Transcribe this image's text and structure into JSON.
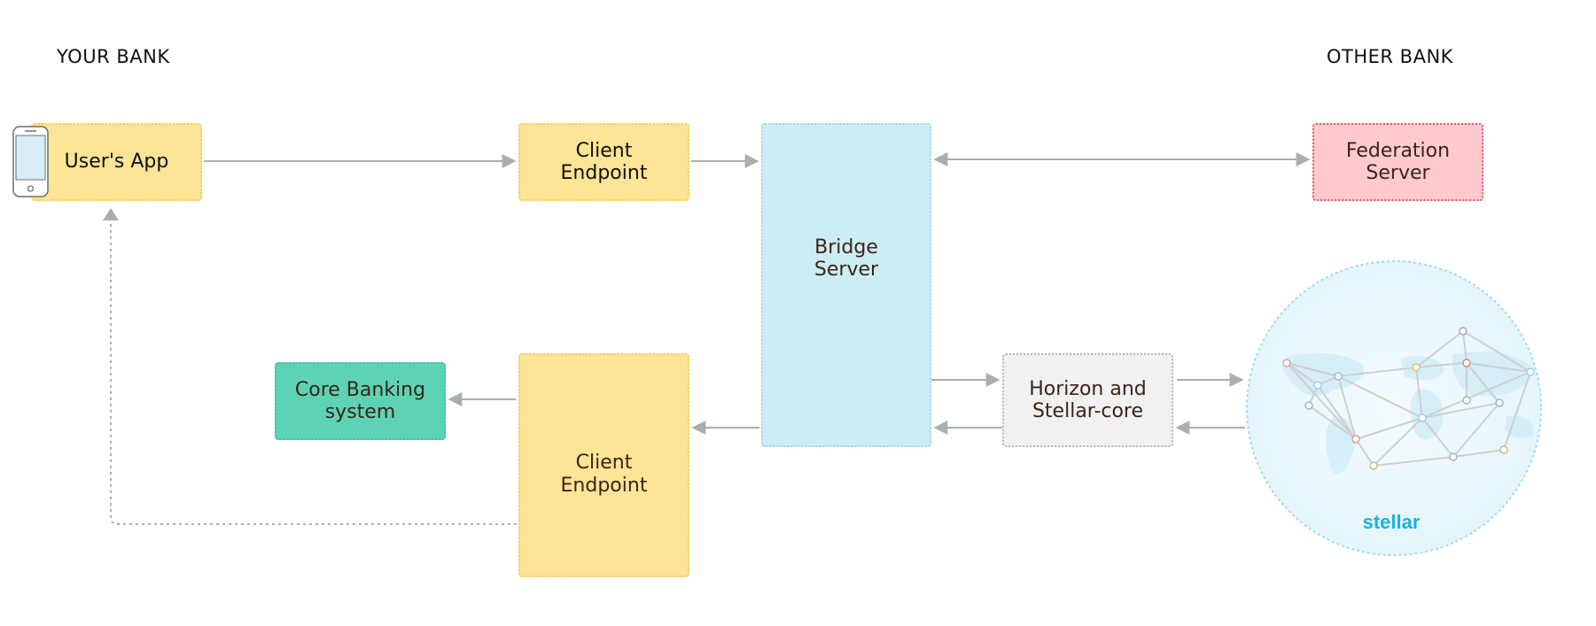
{
  "sections": {
    "left": "YOUR BANK",
    "right": "OTHER BANK"
  },
  "nodes": {
    "users_app": "User's App",
    "client_endpoint_top": "Client\nEndpoint",
    "bridge_server": "Bridge\nServer",
    "federation_server": "Federation\nServer",
    "core_banking": "Core Banking\nsystem",
    "client_endpoint_bottom": "Client\nEndpoint",
    "horizon": "Horizon and\nStellar-core"
  },
  "network": {
    "label": "stellar"
  },
  "colors": {
    "yellow": "#fde496",
    "blue": "#cdedf6",
    "pink": "#ffc9d0",
    "green": "#5dd3b6",
    "gray": "#f1f1f1",
    "arrow": "#a9aeb1",
    "stellar": "#19b3e3"
  },
  "icons": {
    "phone": "phone-icon",
    "network": "stellar-network-icon"
  }
}
